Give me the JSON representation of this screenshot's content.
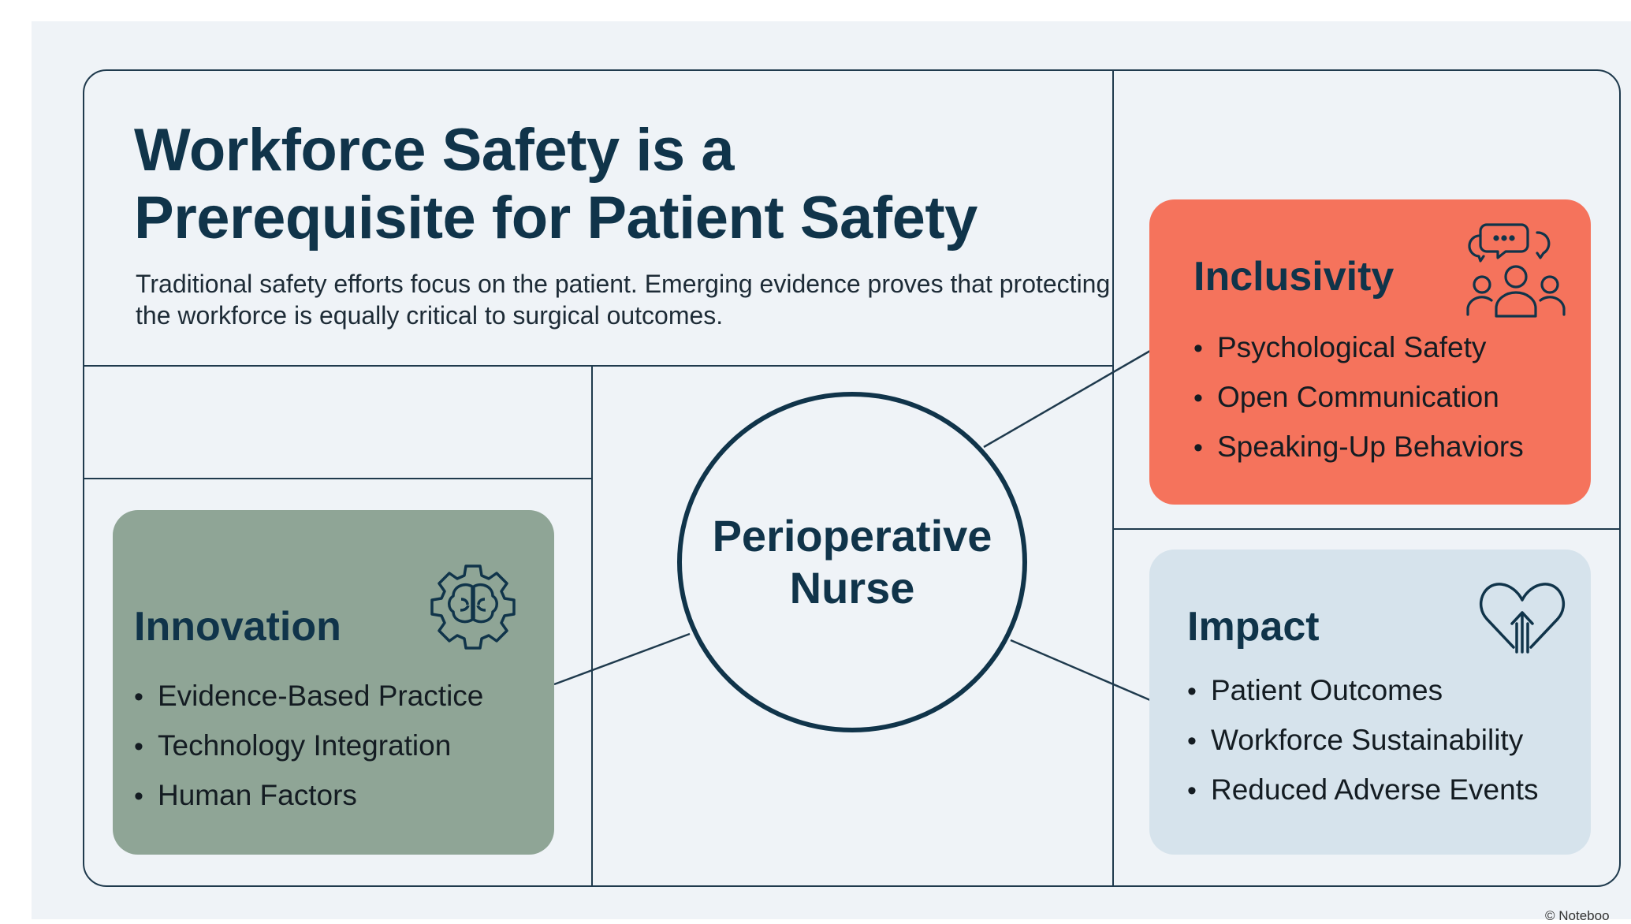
{
  "header": {
    "title_line1": "Workforce Safety is a",
    "title_line2": "Prerequisite for Patient Safety",
    "subtitle": "Traditional safety efforts focus on the patient. Emerging evidence proves that protecting the workforce is equally critical to surgical outcomes."
  },
  "hub": {
    "label": "Perioperative\nNurse"
  },
  "cards": {
    "innovation": {
      "title": "Innovation",
      "icon": "brain-gear-icon",
      "items": [
        "Evidence-Based Practice",
        "Technology Integration",
        "Human Factors"
      ]
    },
    "inclusivity": {
      "title": "Inclusivity",
      "icon": "team-chat-icon",
      "items": [
        "Psychological Safety",
        "Open Communication",
        "Speaking-Up Behaviors"
      ]
    },
    "impact": {
      "title": "Impact",
      "icon": "heart-arrow-up-icon",
      "items": [
        "Patient Outcomes",
        "Workforce Sustainability",
        "Reduced Adverse Events"
      ]
    }
  },
  "colors": {
    "background": "#eff3f7",
    "navy": "#10344a",
    "innovation": "#8fa596",
    "inclusivity": "#f5735c",
    "impact": "#d6e3ec"
  },
  "watermark": "© Noteboo"
}
